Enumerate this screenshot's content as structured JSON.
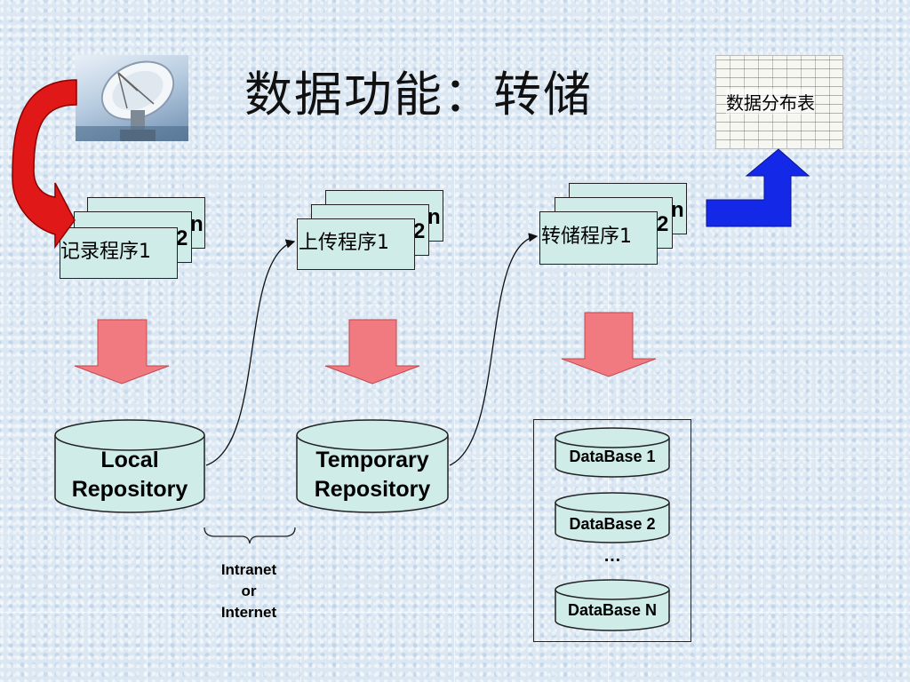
{
  "title": "数据功能：转储",
  "programs": [
    {
      "label": "记录程序1",
      "num2": "2",
      "numn": "n"
    },
    {
      "label": "上传程序1",
      "num2": "2",
      "numn": "n"
    },
    {
      "label": "转储程序1",
      "num2": "2",
      "numn": "n"
    }
  ],
  "repositories": {
    "local": {
      "line1": "Local",
      "line2": "Repository"
    },
    "temporary": {
      "line1": "Temporary",
      "line2": "Repository"
    }
  },
  "network": {
    "line1": "Intranet",
    "line2": "or",
    "line3": "Internet"
  },
  "databases": [
    "DataBase 1",
    "DataBase 2",
    "DataBase N"
  ],
  "ellipsis": "…",
  "sheet_label": "数据分布表",
  "colors": {
    "card_fill": "#cfece9",
    "down_arrow": "#f07a80",
    "red_arrow": "#e01818",
    "blue_arrow": "#1428e8",
    "background": "#dbe7f2"
  }
}
